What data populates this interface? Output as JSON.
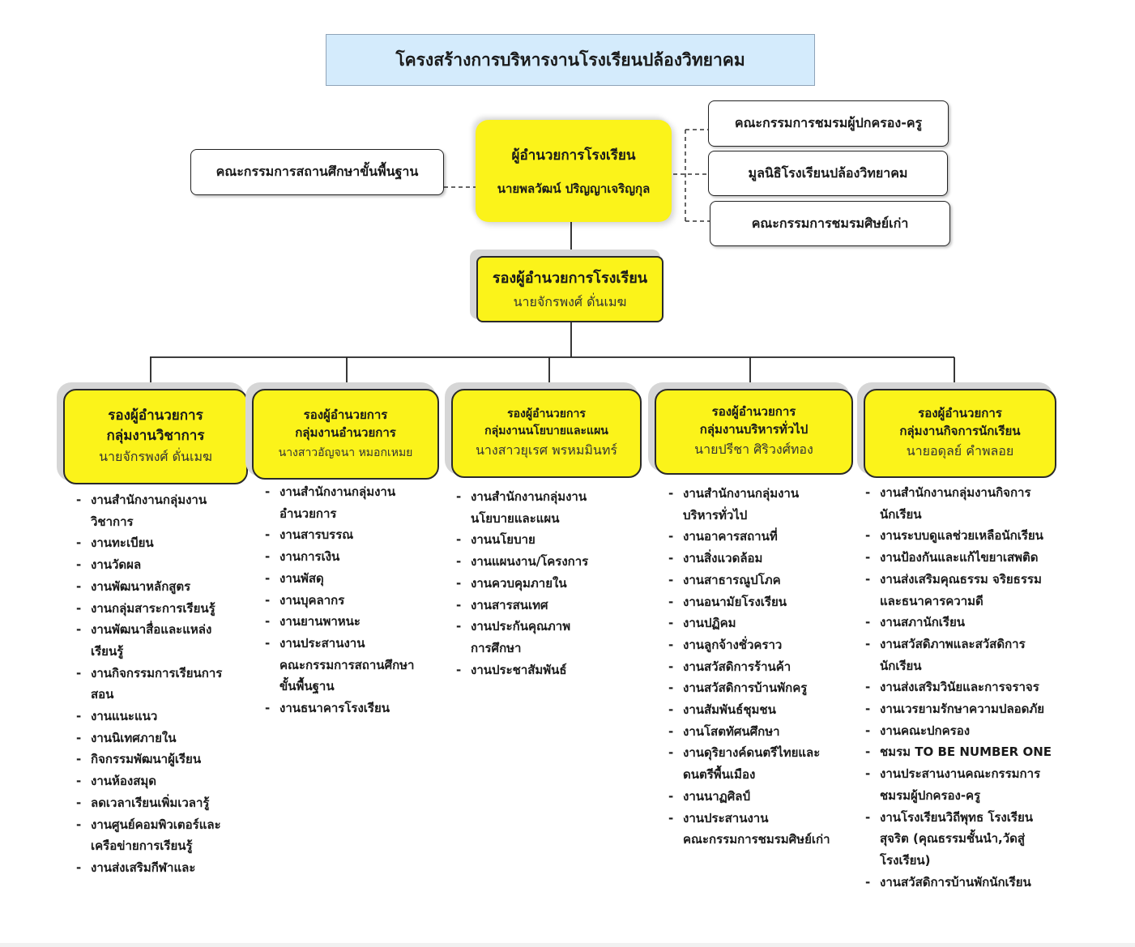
{
  "title": "โครงสร้างการบริหารงานโรงเรียนปล้องวิทยาคม",
  "left_committee": "คณะกรรมการสถานศึกษาขั้นพื้นฐาน",
  "director": {
    "role": "ผู้อำนวยการโรงเรียน",
    "name": "นายพลวัฒน์ ปริญญาเจริญกุล"
  },
  "right_boxes": [
    "คณะกรรมการชมรมผู้ปกครอง-ครู",
    "มูลนิธิโรงเรียนปล้องวิทยาคม",
    "คณะกรรมการชมรมศิษย์เก่า"
  ],
  "deputy": {
    "role": "รองผู้อำนวยการโรงเรียน",
    "name": "นายจักรพงศ์ ดั่นเมฆ"
  },
  "groups": [
    {
      "role_line1": "รองผู้อำนวยการ",
      "role_line2": "กลุ่มงานวิชาการ",
      "name": "นายจักรพงศ์ ดั่นเมฆ",
      "tasks": [
        "งานสำนักงานกลุ่มงาน\nวิชาการ",
        "งานทะเบียน",
        "งานวัดผล",
        "งานพัฒนาหลักสูตร",
        "งานกลุ่มสาระการเรียนรู้",
        "งานพัฒนาสื่อและแหล่ง\nเรียนรู้",
        "งานกิจกรรมการเรียนการ\nสอน",
        "งานแนะแนว",
        "งานนิเทศภายใน",
        "กิจกรรมพัฒนาผู้เรียน",
        "งานห้องสมุด",
        "ลดเวลาเรียนเพิ่มเวลารู้",
        "งานศูนย์คอมพิวเตอร์และ\nเครือข่ายการเรียนรู้",
        "งานส่งเสริมกีฬาและ"
      ]
    },
    {
      "role_line1": "รองผู้อำนวยการ",
      "role_line2": "กลุ่มงานอำนวยการ",
      "name": "นางสาวอัญจนา  หมอกเหมย",
      "tasks": [
        "งานสำนักงานกลุ่มงาน\nอำนวยการ",
        "งานสารบรรณ",
        "งานการเงิน",
        "งานพัสดุ",
        "งานบุคลากร",
        "งานยานพาหนะ",
        "งานประสานงาน\nคณะกรรมการสถานศึกษา\nขั้นพื้นฐาน",
        "งานธนาคารโรงเรียน"
      ]
    },
    {
      "role_line1": "รองผู้อำนวยการ",
      "role_line2": "กลุ่มงานนโยบายและแผน",
      "name": "นางสาวยุเรศ พรหมมินทร์",
      "tasks": [
        "งานสำนักงานกลุ่มงาน\nนโยบายและแผน",
        "งานนโยบาย",
        "งานแผนงาน/โครงการ",
        "งานควบคุมภายใน",
        "งานสารสนเทศ",
        "งานประกันคุณภาพ\nการศึกษา",
        "งานประชาสัมพันธ์"
      ]
    },
    {
      "role_line1": "รองผู้อำนวยการ",
      "role_line2": "กลุ่มงานบริหารทั่วไป",
      "name": "นายปรีชา  ศิริวงศ์ทอง",
      "tasks": [
        "งานสำนักงานกลุ่มงาน\nบริหารทั่วไป",
        "งานอาคารสถานที่",
        "งานสิ่งแวดล้อม",
        "งานสาธารณูปโภค",
        "งานอนามัยโรงเรียน",
        "งานปฏิคม",
        "งานลูกจ้างชั่วคราว",
        "งานสวัสดิการร้านค้า",
        "งานสวัสดิการบ้านพักครู",
        "งานสัมพันธ์ชุมชน",
        "งานโสตทัศนศึกษา",
        "งานดุริยางค์ดนตรีไทยและ\nดนตรีพื้นเมือง",
        "งานนาฏศิลป์",
        "งานประสานงาน\nคณะกรรมการชมรมศิษย์เก่า"
      ]
    },
    {
      "role_line1": "รองผู้อำนวยการ",
      "role_line2": "กลุ่มงานกิจการนักเรียน",
      "name": "นายอดุลย์ คำพลอย",
      "tasks": [
        "งานสำนักงานกลุ่มงานกิจการ\nนักเรียน",
        "งานระบบดูแลช่วยเหลือนักเรียน",
        "งานป้องกันและแก้ไขยาเสพติด",
        "งานส่งเสริมคุณธรรม จริยธรรม\nและธนาคารความดี",
        "งานสภานักเรียน",
        "งานสวัสดิภาพและสวัสดิการ\nนักเรียน",
        "งานส่งเสริมวินัยและการจราจร",
        "งานเวรยามรักษาความปลอดภัย",
        "งานคณะปกครอง",
        "ชมรม TO BE NUMBER ONE",
        "งานประสานงานคณะกรรมการ\nชมรมผู้ปกครอง-ครู",
        "งานโรงเรียนวิถีพุทธ  โรงเรียน\nสุจริต (คุณธรรมชั้นนำ,วัดสู่\nโรงเรียน)",
        "งานสวัสดิการบ้านพักนักเรียน"
      ]
    }
  ],
  "colors": {
    "title_fill": "#d4ebfc",
    "box_yellow": "#fbf31a"
  }
}
